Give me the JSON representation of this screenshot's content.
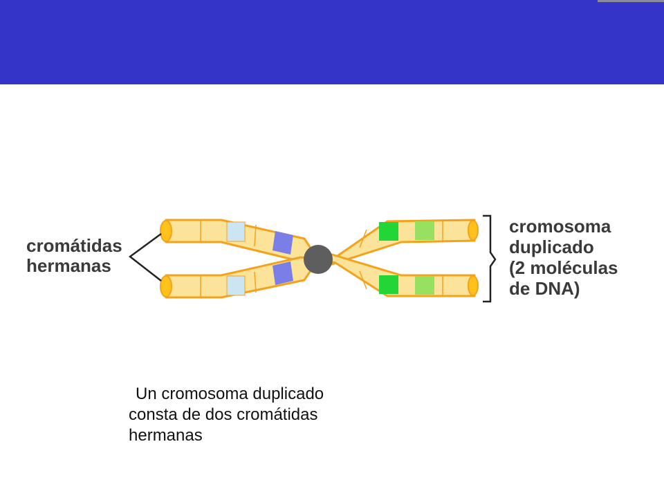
{
  "diagram": {
    "label_left": [
      "cromátidas",
      "hermanas"
    ],
    "label_right": [
      "cromosoma",
      "duplicado",
      "(2 moléculas",
      "de DNA)"
    ]
  },
  "caption": [
    "Un cromosoma duplicado",
    "consta de dos cromátidas",
    "hermanas"
  ],
  "colors": {
    "header": "#3434c8",
    "chromatid": "#fbe39a",
    "chromatid_edge": "#f4a21c",
    "tip": "#ffc21a",
    "centromere": "#5e5e5e",
    "band_light_blue": "#cbe6f2",
    "band_purple": "#7a7ee6",
    "band_green": "#22d638",
    "band_light_green": "#98e060"
  }
}
